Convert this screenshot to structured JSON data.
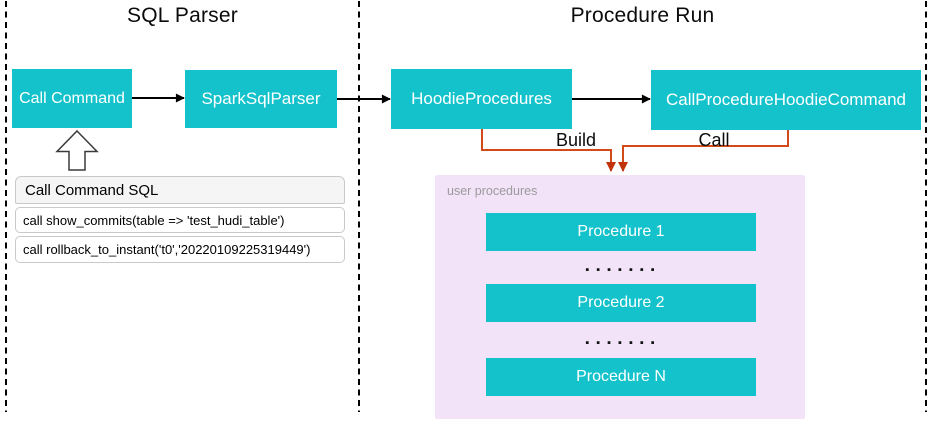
{
  "sections": {
    "sql_parser": {
      "title": "SQL Parser"
    },
    "procedure_run": {
      "title": "Procedure Run"
    }
  },
  "nodes": {
    "call_command": {
      "label": "Call Command"
    },
    "spark_sql_parser": {
      "label": "SparkSqlParser"
    },
    "hoodie_procedures": {
      "label": "HoodieProcedures"
    },
    "call_procedure_hoodie_command": {
      "label": "CallProcedureHoodieCommand"
    }
  },
  "edges": {
    "build_label": "Build",
    "call_label": "Call"
  },
  "sql_panel": {
    "header": "Call Command SQL",
    "rows": [
      "call show_commits(table => 'test_hudi_table')",
      "call rollback_to_instant('t0','20220109225319449')"
    ]
  },
  "procedures_panel": {
    "label": "user procedures",
    "items": [
      "Procedure 1",
      "Procedure 2",
      "Procedure N"
    ],
    "dots": "▪▪▪▪▪▪▪"
  },
  "colors": {
    "node_teal": "#13c2cb",
    "connector_orange": "#d2491a",
    "arrowhead_red": "#c2330c",
    "panel_purple": "#f3e3f8",
    "dashed_border": "#000000",
    "sql_header_bg": "#f5f5f5"
  }
}
